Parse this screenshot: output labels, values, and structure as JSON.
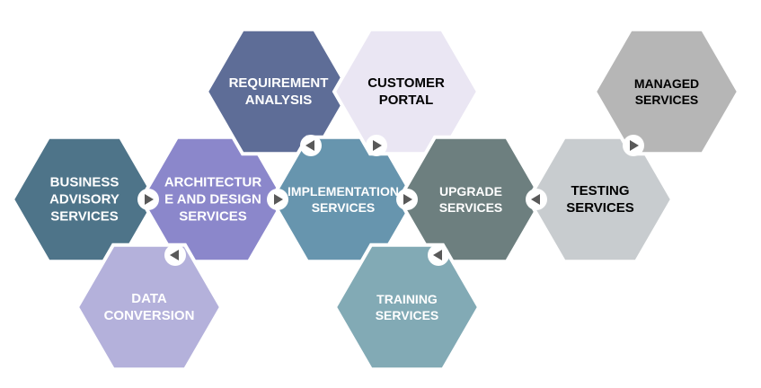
{
  "hexagons": [
    {
      "id": "business-advisory",
      "lines": [
        "BUSINESS",
        "ADVISORY",
        "SERVICES"
      ],
      "fill": "#4E7489",
      "text_color": "#ffffff"
    },
    {
      "id": "architecture-design",
      "lines": [
        "ARCHITECTUR",
        "E AND DESIGN",
        "SERVICES"
      ],
      "fill": "#8B87CB",
      "text_color": "#ffffff"
    },
    {
      "id": "data-conversion",
      "lines": [
        "DATA",
        "CONVERSION"
      ],
      "fill": "#B4B1DB",
      "text_color": "#ffffff"
    },
    {
      "id": "requirement-analysis",
      "lines": [
        "REQUIREMENT",
        "ANALYSIS"
      ],
      "fill": "#5E6D97",
      "text_color": "#ffffff"
    },
    {
      "id": "implementation",
      "lines": [
        "IMPLEMENTATION",
        "SERVICES"
      ],
      "fill": "#6795AE",
      "text_color": "#ffffff"
    },
    {
      "id": "customer-portal",
      "lines": [
        "CUSTOMER",
        "PORTAL"
      ],
      "fill": "#EAE6F3",
      "text_color": "#000000"
    },
    {
      "id": "upgrade",
      "lines": [
        "UPGRADE",
        "SERVICES"
      ],
      "fill": "#6D7F7F",
      "text_color": "#ffffff"
    },
    {
      "id": "training",
      "lines": [
        "TRAINING",
        "SERVICES"
      ],
      "fill": "#82AAB5",
      "text_color": "#ffffff"
    },
    {
      "id": "testing",
      "lines": [
        "TESTING",
        "SERVICES"
      ],
      "fill": "#C8CCCF",
      "text_color": "#000000"
    },
    {
      "id": "managed",
      "lines": [
        "MANAGED",
        "SERVICES"
      ],
      "fill": "#B6B6B6",
      "text_color": "#000000"
    }
  ],
  "connectors": [
    {
      "id": "business-to-architecture",
      "direction": "right"
    },
    {
      "id": "architecture-to-implementation",
      "direction": "right"
    },
    {
      "id": "data-conversion-to-architecture",
      "direction": "left"
    },
    {
      "id": "implementation-to-requirement",
      "direction": "left"
    },
    {
      "id": "implementation-to-customer-portal",
      "direction": "right"
    },
    {
      "id": "implementation-to-upgrade",
      "direction": "right"
    },
    {
      "id": "upgrade-to-training",
      "direction": "left"
    },
    {
      "id": "testing-to-upgrade",
      "direction": "left"
    },
    {
      "id": "testing-to-managed",
      "direction": "right"
    }
  ],
  "arrow_color": "#595959"
}
